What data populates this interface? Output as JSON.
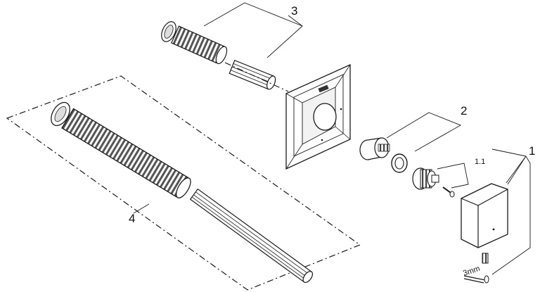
{
  "callouts": {
    "part_1": "1",
    "part_1_1": "1.1",
    "part_2": "2",
    "part_3": "3",
    "part_4": "4"
  },
  "tool_label": "3mm",
  "colors": {
    "line": "#1a1a1a",
    "background": "#ffffff",
    "shade": "#8c8c8c"
  }
}
